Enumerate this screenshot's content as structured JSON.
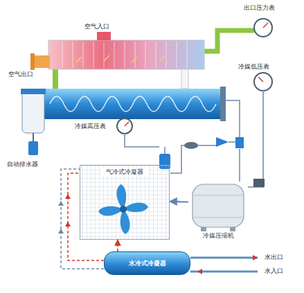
{
  "diagram": {
    "nodes": [
      {
        "text": [
          "气冷式冷凝器"
        ]
      },
      {
        "text": [
          "冷媒压缩机"
        ]
      },
      {
        "text": [
          "水冷式冷凝器"
        ]
      }
    ],
    "edges": [
      {
        "from": 2,
        "to": 0,
        "arrow": "to"
      },
      {
        "from": 1,
        "to": 0,
        "arrow": "to"
      }
    ],
    "labels": [
      "出口压力表",
      "空气入口",
      "空气出口",
      "冷媒低压表",
      "冷媒高压表",
      "自动排水器",
      "水出口",
      "水入口"
    ]
  }
}
